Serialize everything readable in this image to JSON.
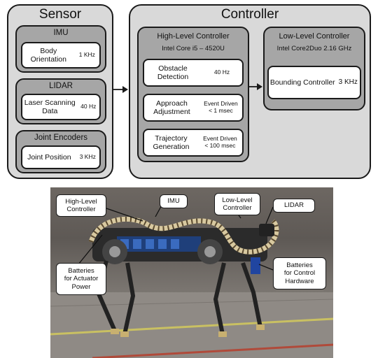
{
  "sensor": {
    "title": "Sensor",
    "imu": {
      "title": "IMU",
      "label": "Body\nOrientation",
      "rate": "1 KHz"
    },
    "lidar": {
      "title": "LIDAR",
      "label": "Laser Scanning\nData",
      "rate": "40 Hz"
    },
    "encoders": {
      "title": "Joint Encoders",
      "label": "Joint Position",
      "rate": "3 KHz"
    }
  },
  "controller": {
    "title": "Controller",
    "high": {
      "title": "High-Level Controller",
      "cpu": "Intel Core i5 – 4520U",
      "items": [
        {
          "label": "Obstacle\nDetection",
          "rate": "40 Hz"
        },
        {
          "label": "Approach\nAdjustment",
          "rate": "Event Driven\n< 1 msec"
        },
        {
          "label": "Trajectory\nGeneration",
          "rate": "Event Driven\n< 100 msec"
        }
      ]
    },
    "low": {
      "title": "Low-Level Controller",
      "cpu": "Intel Core2Duo 2.16 GHz",
      "item": {
        "label": "Bounding Controller",
        "rate": "3 KHz"
      }
    }
  },
  "photo": {
    "callouts": {
      "high_level": "High-Level\nController",
      "imu": "IMU",
      "low_level": "Low-Level\nController",
      "lidar": "LIDAR",
      "batteries_actuator": "Batteries\nfor Actuator\nPower",
      "batteries_control": "Batteries\nfor Control\nHardware"
    }
  }
}
